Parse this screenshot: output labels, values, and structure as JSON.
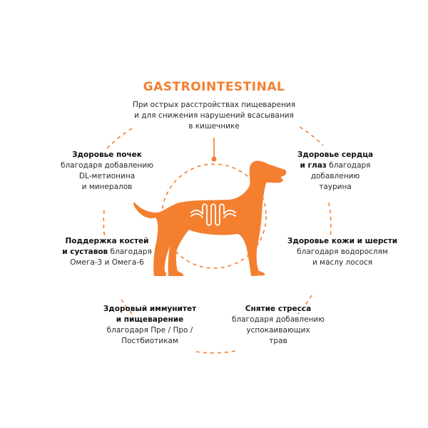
{
  "colors": {
    "accent": "#f47f2f",
    "text": "#2a2a2a",
    "background": "#ffffff"
  },
  "title": "GASTROINTESTINAL",
  "top_description": {
    "line1": "При острых расстройствах пищеварения",
    "line2": "и для снижения нарушений всасывания",
    "line3": "в кишечнике"
  },
  "center_icon": "dog-silhouette-with-intestine-icon",
  "benefits": {
    "kidney": {
      "bold1": "Здоровье почек",
      "line2": "благодаря добавлению",
      "line3": "DL-метионина",
      "line4": "и минералов"
    },
    "heart": {
      "bold1": "Здоровье сердца",
      "bold2": "и глаз",
      "rest2": " благодаря",
      "line3": "добавлению",
      "line4": "таурина"
    },
    "bones": {
      "bold1": "Поддержка костей",
      "bold2": "и суставов",
      "rest2": " благодаря",
      "line3": "Омега-3 и Омега-6"
    },
    "skin": {
      "bold1": "Здоровье кожи и шерсти",
      "line2": "благодаря водорослям",
      "line3": "и маслу лосося"
    },
    "immunity": {
      "bold1": "Здоровый иммунитет",
      "bold2": "и пищеварение",
      "line3": "благодаря Пре / Про /",
      "line4": "Постбиотикам"
    },
    "stress": {
      "bold1": "Снятие стресса",
      "line2": "благодаря добавлению",
      "line3": "успокаивающих",
      "line4": "трав"
    }
  }
}
